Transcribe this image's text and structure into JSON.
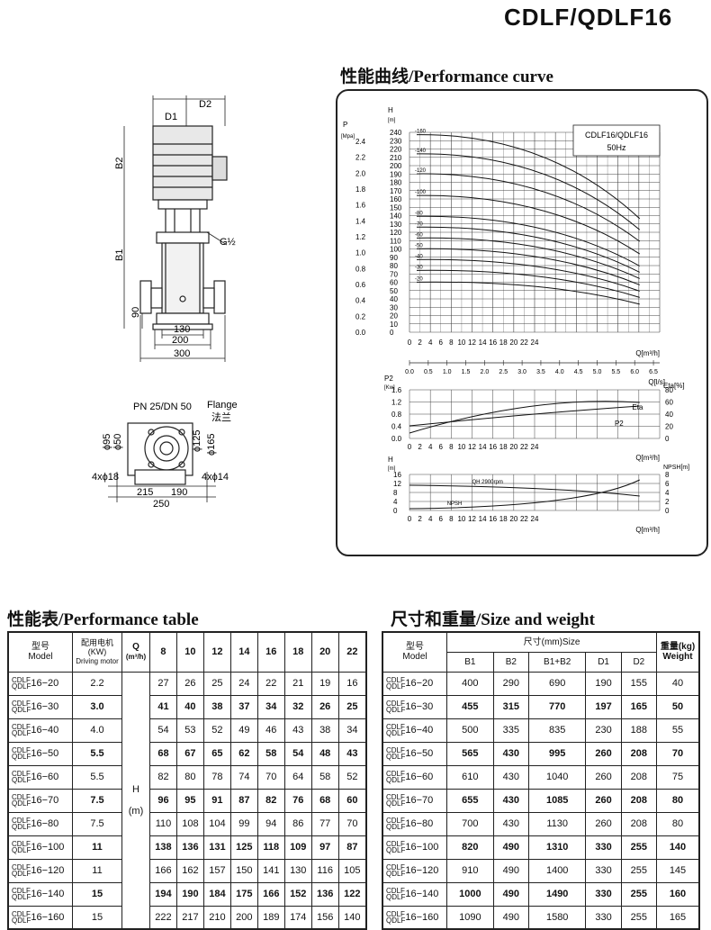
{
  "model_title": "CDLF/QDLF16",
  "curve_section_title": "性能曲线/Performance curve",
  "perf_section_title": "性能表/Performance table",
  "size_section_title": "尺寸和重量/Size and weight",
  "drawing": {
    "d1": "D1",
    "d2": "D2",
    "b1": "B1",
    "b2": "B2",
    "g": "G½",
    "dim_90": "90",
    "dim_130": "130",
    "dim_200": "200",
    "dim_300": "300",
    "flange_spec": "PN 25/DN 50",
    "flange_en": "Flange",
    "flange_cn": "法兰",
    "phi95": "ϕ95",
    "phi50": "ϕ50",
    "phi125": "ϕ125",
    "phi165": "ϕ165",
    "holes_left": "4xϕ18",
    "holes_right": "4xϕ14",
    "dim_215": "215",
    "dim_190": "190",
    "dim_250": "250"
  },
  "curve": {
    "legend_line1": "CDLF16/QDLF16",
    "legend_line2": "50Hz",
    "p_label": "P",
    "p_unit": "[Mpa]",
    "h_label": "H",
    "h_unit": "[m]",
    "p_ticks": [
      "2.4",
      "2.2",
      "2.0",
      "1.8",
      "1.6",
      "1.4",
      "1.2",
      "1.0",
      "0.8",
      "0.6",
      "0.4",
      "0.2",
      "0.0"
    ],
    "h_ticks": [
      "240",
      "230",
      "220",
      "210",
      "200",
      "190",
      "180",
      "170",
      "160",
      "150",
      "140",
      "130",
      "120",
      "110",
      "100",
      "90",
      "80",
      "70",
      "60",
      "50",
      "40",
      "30",
      "20",
      "10",
      "0"
    ],
    "stage_labels": [
      "-160",
      "-140",
      "-120",
      "-100",
      "-80",
      "-70",
      "-60",
      "-50",
      "-40",
      "-30",
      "-20"
    ],
    "q_ticks": [
      "0",
      "2",
      "4",
      "6",
      "8",
      "10",
      "12",
      "14",
      "16",
      "18",
      "20",
      "22",
      "24"
    ],
    "q_unit": "Q[m³/h]",
    "qls_ticks": [
      "0.0",
      "0.5",
      "1.0",
      "1.5",
      "2.0",
      "2.5",
      "3.0",
      "3.5",
      "4.0",
      "4.5",
      "5.0",
      "5.5",
      "6.0",
      "6.5"
    ],
    "qls_unit": "Q[l/s]",
    "p2_label": "P2",
    "p2_unit": "[Kw]",
    "p2_ticks": [
      "1.6",
      "1.2",
      "0.8",
      "0.4",
      "0.0"
    ],
    "eta_label": "Eta[%]",
    "eta_ticks": [
      "80",
      "60",
      "40",
      "20",
      "0"
    ],
    "eta_curve_label": "Eta",
    "p2_curve_label": "P2",
    "npsh_h_label": "H",
    "npsh_h_unit": "[m]",
    "npsh_h_ticks": [
      "16",
      "12",
      "8",
      "4",
      "0"
    ],
    "npsh_label": "NPSH[m]",
    "npsh_ticks": [
      "8",
      "6",
      "4",
      "2",
      "0"
    ],
    "qh_label": "QH 2900rpm",
    "npsh_curve_label": "NPSH"
  },
  "perf_table": {
    "h_model_cn": "型号",
    "h_model_en": "Model",
    "h_motor_cn": "配用电机",
    "h_motor_kw": "(KW)",
    "h_motor_en": "Driving motor",
    "h_q": "Q",
    "h_q_unit": "(m³/h)",
    "flows": [
      "8",
      "10",
      "12",
      "14",
      "16",
      "18",
      "20",
      "22"
    ],
    "h_label": "H",
    "h_unit": "(m)",
    "rows": [
      {
        "top": "CDLF",
        "bot": "QDLF",
        "sfx": "16−20",
        "kw": "2.2",
        "h": [
          "27",
          "26",
          "25",
          "24",
          "22",
          "21",
          "19",
          "16"
        ],
        "bold": false
      },
      {
        "top": "CDLF",
        "bot": "QDLF",
        "sfx": "16−30",
        "kw": "3.0",
        "h": [
          "41",
          "40",
          "38",
          "37",
          "34",
          "32",
          "26",
          "25"
        ],
        "bold": true
      },
      {
        "top": "CDLF",
        "bot": "QDLF",
        "sfx": "16−40",
        "kw": "4.0",
        "h": [
          "54",
          "53",
          "52",
          "49",
          "46",
          "43",
          "38",
          "34"
        ],
        "bold": false
      },
      {
        "top": "CDLF",
        "bot": "QDLF",
        "sfx": "16−50",
        "kw": "5.5",
        "h": [
          "68",
          "67",
          "65",
          "62",
          "58",
          "54",
          "48",
          "43"
        ],
        "bold": true
      },
      {
        "top": "CDLF",
        "bot": "QDLF",
        "sfx": "16−60",
        "kw": "5.5",
        "h": [
          "82",
          "80",
          "78",
          "74",
          "70",
          "64",
          "58",
          "52"
        ],
        "bold": false
      },
      {
        "top": "CDLF",
        "bot": "QDLF",
        "sfx": "16−70",
        "kw": "7.5",
        "h": [
          "96",
          "95",
          "91",
          "87",
          "82",
          "76",
          "68",
          "60"
        ],
        "bold": true
      },
      {
        "top": "CDLF",
        "bot": "QDLF",
        "sfx": "16−80",
        "kw": "7.5",
        "h": [
          "110",
          "108",
          "104",
          "99",
          "94",
          "86",
          "77",
          "70"
        ],
        "bold": false
      },
      {
        "top": "CDLF",
        "bot": "QDLF",
        "sfx": "16−100",
        "kw": "11",
        "h": [
          "138",
          "136",
          "131",
          "125",
          "118",
          "109",
          "97",
          "87"
        ],
        "bold": true
      },
      {
        "top": "CDLF",
        "bot": "QDLF",
        "sfx": "16−120",
        "kw": "11",
        "h": [
          "166",
          "162",
          "157",
          "150",
          "141",
          "130",
          "116",
          "105"
        ],
        "bold": false
      },
      {
        "top": "CDLF",
        "bot": "QDLF",
        "sfx": "16−140",
        "kw": "15",
        "h": [
          "194",
          "190",
          "184",
          "175",
          "166",
          "152",
          "136",
          "122"
        ],
        "bold": true
      },
      {
        "top": "CDLF",
        "bot": "QDLF",
        "sfx": "16−160",
        "kw": "15",
        "h": [
          "222",
          "217",
          "210",
          "200",
          "189",
          "174",
          "156",
          "140"
        ],
        "bold": false
      }
    ]
  },
  "size_table": {
    "h_model_cn": "型号",
    "h_model_en": "Model",
    "h_dims": "尺寸(mm)Size",
    "h_weight_cn": "重量(kg)",
    "h_weight_en": "Weight",
    "cols": [
      "B1",
      "B2",
      "B1+B2",
      "D1",
      "D2"
    ],
    "rows": [
      {
        "top": "CDLF",
        "bot": "QDLF",
        "sfx": "16−20",
        "v": [
          "400",
          "290",
          "690",
          "190",
          "155"
        ],
        "w": "40",
        "bold": false
      },
      {
        "top": "CDLF",
        "bot": "QDLF",
        "sfx": "16−30",
        "v": [
          "455",
          "315",
          "770",
          "197",
          "165"
        ],
        "w": "50",
        "bold": true
      },
      {
        "top": "CDLF",
        "bot": "QDLF",
        "sfx": "16−40",
        "v": [
          "500",
          "335",
          "835",
          "230",
          "188"
        ],
        "w": "55",
        "bold": false
      },
      {
        "top": "CDLF",
        "bot": "QDLF",
        "sfx": "16−50",
        "v": [
          "565",
          "430",
          "995",
          "260",
          "208"
        ],
        "w": "70",
        "bold": true
      },
      {
        "top": "CDLF",
        "bot": "QDLF",
        "sfx": "16−60",
        "v": [
          "610",
          "430",
          "1040",
          "260",
          "208"
        ],
        "w": "75",
        "bold": false
      },
      {
        "top": "CDLF",
        "bot": "QDLF",
        "sfx": "16−70",
        "v": [
          "655",
          "430",
          "1085",
          "260",
          "208"
        ],
        "w": "80",
        "bold": true
      },
      {
        "top": "CDLF",
        "bot": "QDLF",
        "sfx": "16−80",
        "v": [
          "700",
          "430",
          "1130",
          "260",
          "208"
        ],
        "w": "80",
        "bold": false
      },
      {
        "top": "CDLF",
        "bot": "QDLF",
        "sfx": "16−100",
        "v": [
          "820",
          "490",
          "1310",
          "330",
          "255"
        ],
        "w": "140",
        "bold": true
      },
      {
        "top": "CDLF",
        "bot": "QDLF",
        "sfx": "16−120",
        "v": [
          "910",
          "490",
          "1400",
          "330",
          "255"
        ],
        "w": "145",
        "bold": false
      },
      {
        "top": "CDLF",
        "bot": "QDLF",
        "sfx": "16−140",
        "v": [
          "1000",
          "490",
          "1490",
          "330",
          "255"
        ],
        "w": "160",
        "bold": true
      },
      {
        "top": "CDLF",
        "bot": "QDLF",
        "sfx": "16−160",
        "v": [
          "1090",
          "490",
          "1580",
          "330",
          "255"
        ],
        "w": "165",
        "bold": false
      }
    ]
  }
}
